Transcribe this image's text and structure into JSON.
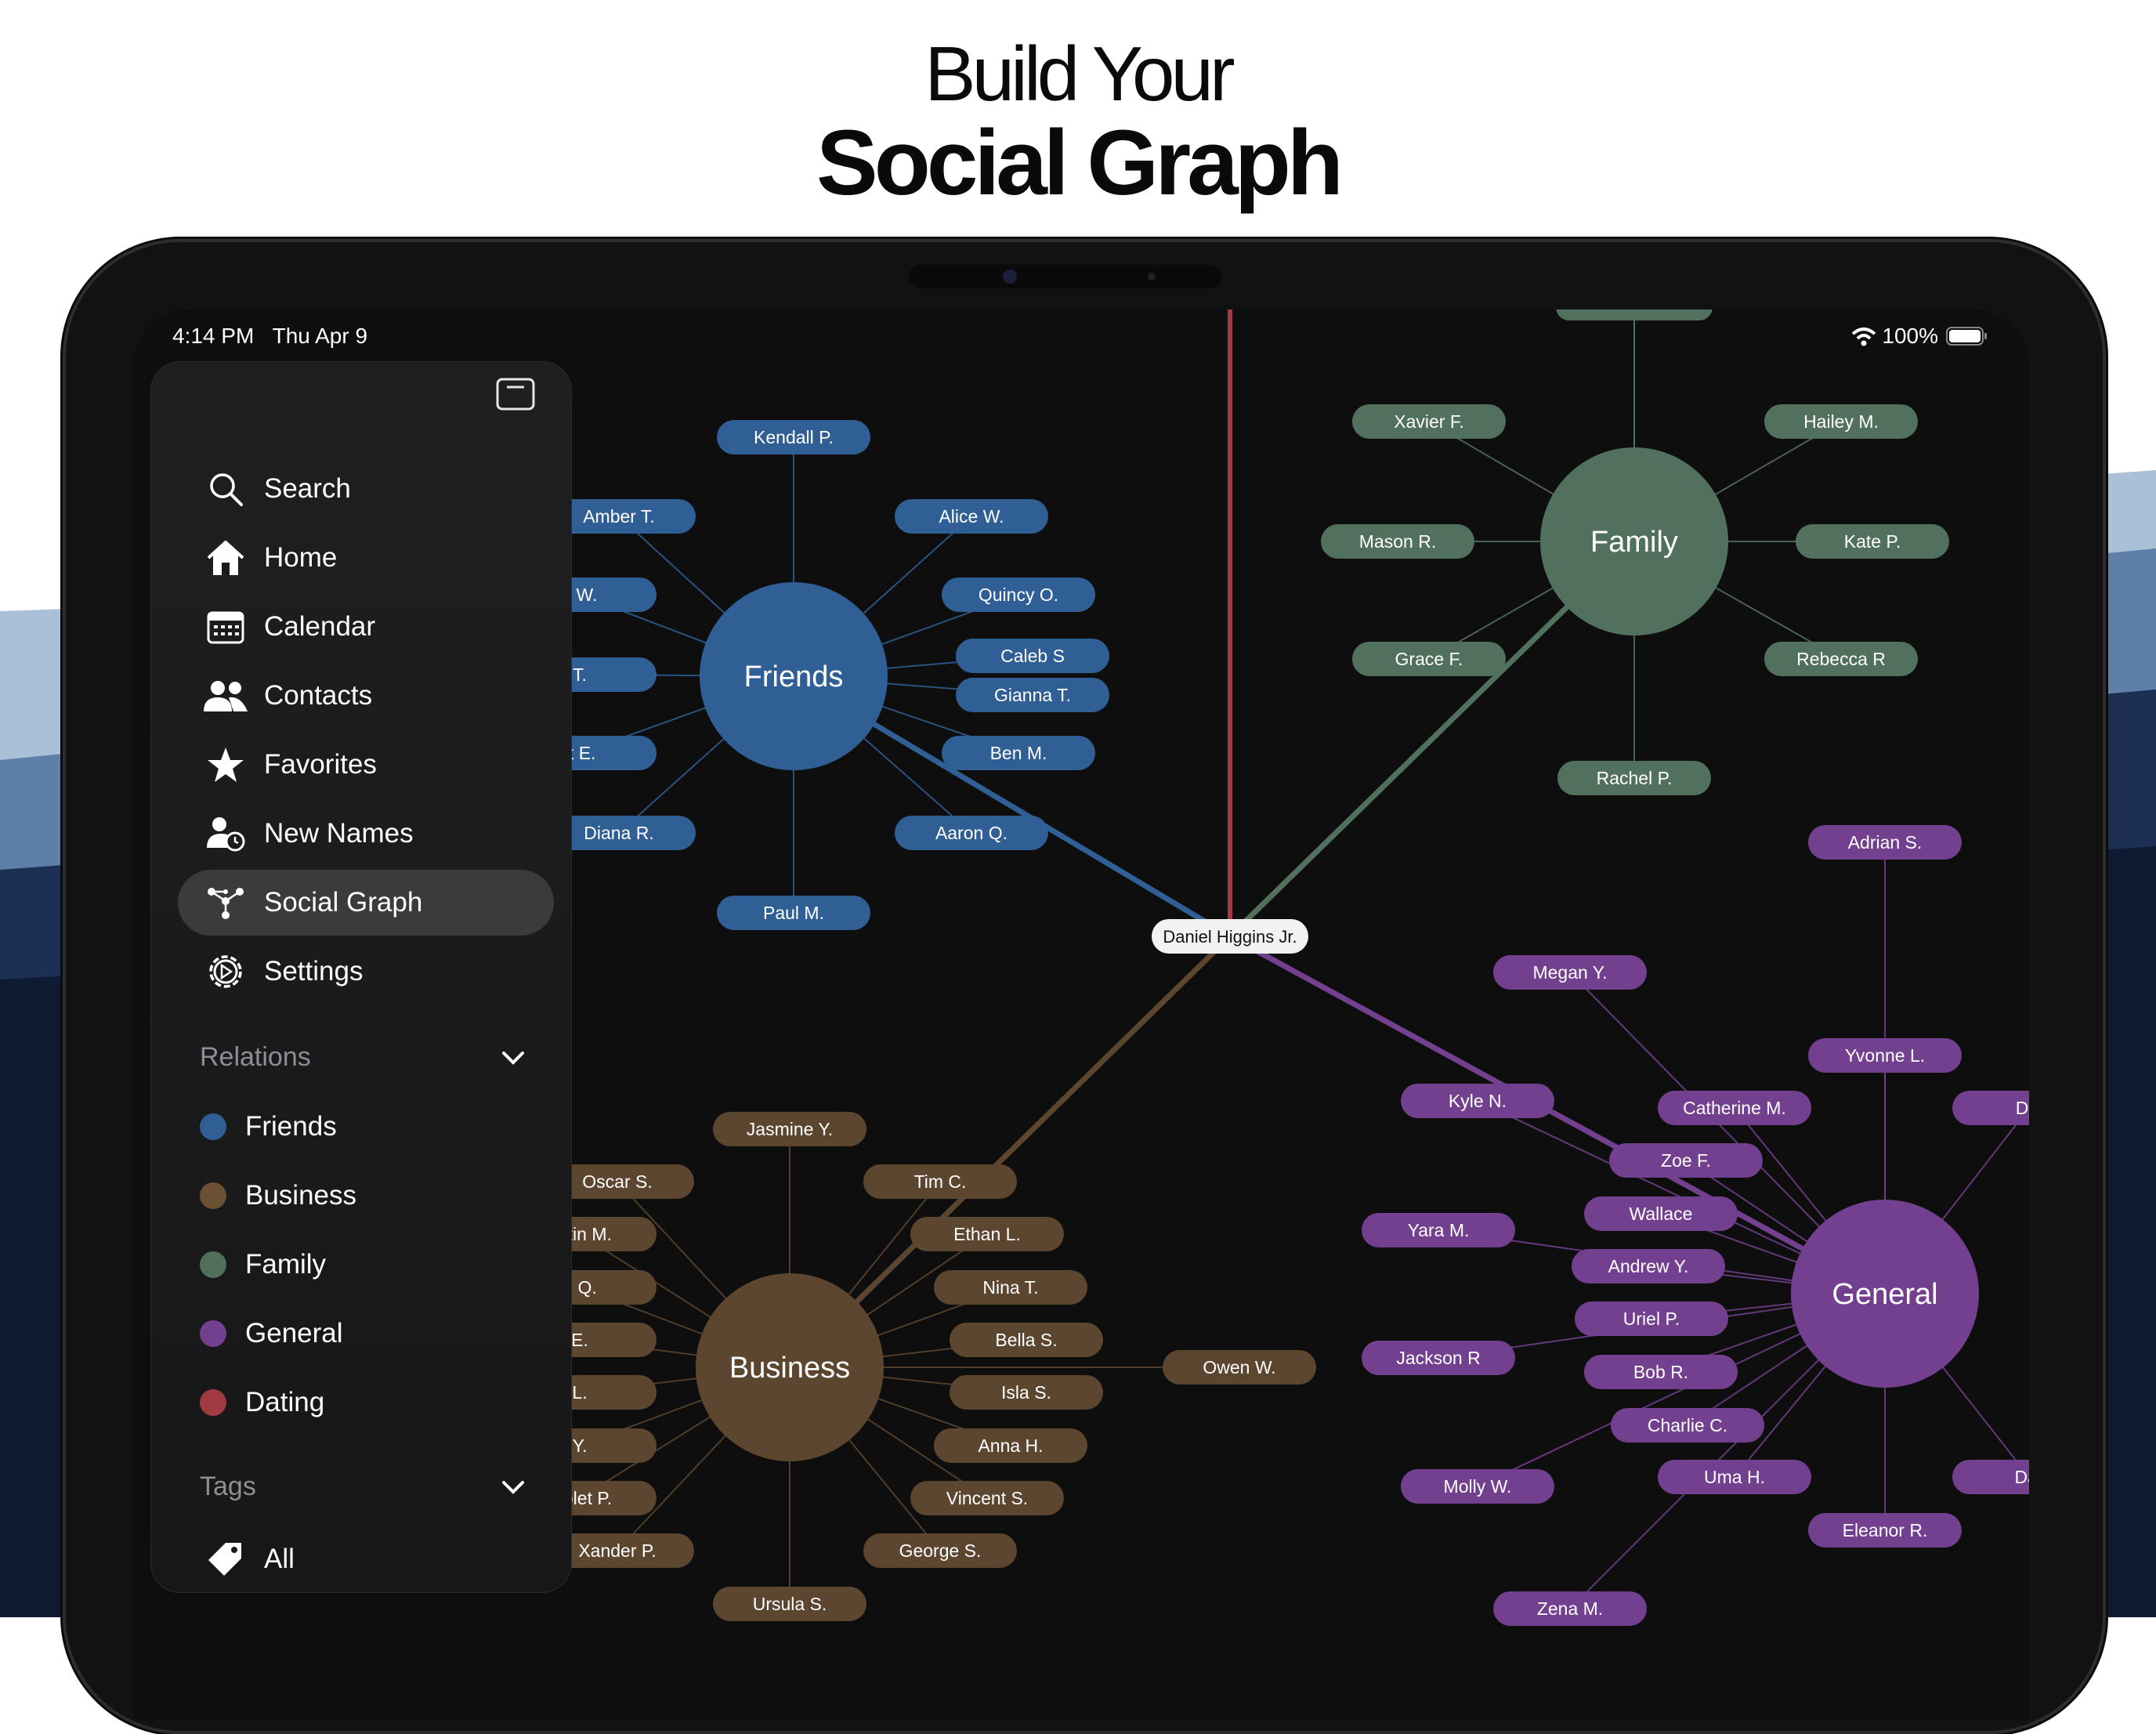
{
  "headline": {
    "line1": "Build Your",
    "line2": "Social Graph"
  },
  "status_bar": {
    "time": "4:14 PM",
    "date": "Thu Apr 9",
    "battery": "100%"
  },
  "sidebar": {
    "nav": [
      {
        "label": "Search",
        "icon": "search-icon"
      },
      {
        "label": "Home",
        "icon": "house-icon"
      },
      {
        "label": "Calendar",
        "icon": "calendar-icon"
      },
      {
        "label": "Contacts",
        "icon": "people-icon"
      },
      {
        "label": "Favorites",
        "icon": "star-icon"
      },
      {
        "label": "New Names",
        "icon": "person-clock-icon"
      },
      {
        "label": "Social Graph",
        "icon": "graph-icon",
        "selected": true
      },
      {
        "label": "Settings",
        "icon": "gear-icon"
      }
    ],
    "relations_header": "Relations",
    "relations": [
      {
        "label": "Friends",
        "color": "#2f5f94"
      },
      {
        "label": "Business",
        "color": "#6b5133"
      },
      {
        "label": "Family",
        "color": "#4f6f5b"
      },
      {
        "label": "General",
        "color": "#73408f"
      },
      {
        "label": "Dating",
        "color": "#a23a42"
      }
    ],
    "tags_header": "Tags",
    "tags": [
      {
        "label": "All",
        "icon": "tag-icon"
      }
    ]
  },
  "graph": {
    "center": "Daniel Higgins Jr.",
    "colors": {
      "friends": "#2f5f94",
      "business": "#5c4630",
      "family": "#52705e",
      "general": "#73408f",
      "dating": "#a23a42"
    },
    "friends": {
      "hub": "Friends",
      "nodes": [
        "Kendall P.",
        "Amber T.",
        "Alice W.",
        "k W.",
        "Quincy O.",
        "T.",
        "Caleb S",
        "Gianna T.",
        "tt E.",
        "Ben M.",
        "Diana R.",
        "Aaron Q.",
        "Paul M."
      ]
    },
    "family": {
      "hub": "Family",
      "nodes": [
        "Xavier F.",
        "Hailey M.",
        "Mason R.",
        "Kate P.",
        "Grace F.",
        "Rebecca R",
        "Rachel P."
      ]
    },
    "business": {
      "hub": "Business",
      "nodes": [
        "Jasmine Y.",
        "Oscar S.",
        "Tim C.",
        "entin M.",
        "Ethan L.",
        "e Q.",
        "Nina T.",
        "E.",
        "Bella S.",
        "Owen W.",
        "L.",
        "Isla S.",
        "Y.",
        "Anna H.",
        "Violet P.",
        "Vincent S.",
        "Xander P.",
        "George S.",
        "Ursula S."
      ]
    },
    "general": {
      "hub": "General",
      "nodes": [
        "Adrian S.",
        "Megan Y.",
        "Yvonne L.",
        "Kyle N.",
        "Catherine M.",
        "Dai",
        "Zoe F.",
        "Wallace",
        "Yara M.",
        "Andrew Y.",
        "Uriel P.",
        "Jackson R",
        "Bob R.",
        "Charlie C.",
        "Molly W.",
        "Uma H.",
        "Dar",
        "Eleanor R.",
        "Zena M."
      ]
    }
  }
}
